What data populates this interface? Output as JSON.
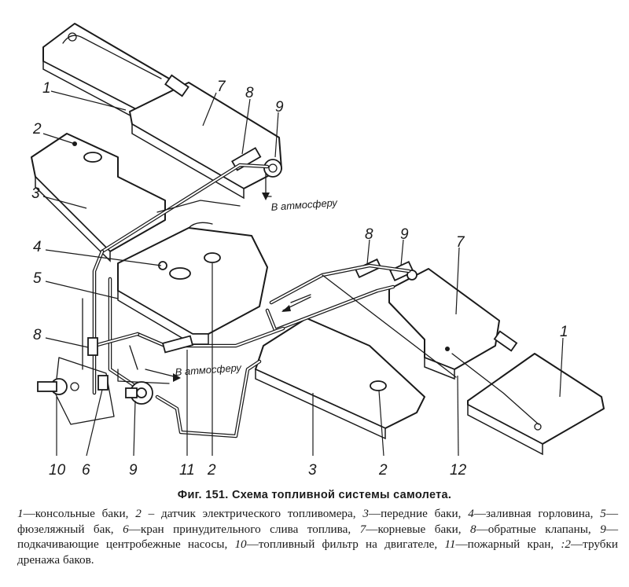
{
  "figure": {
    "title": "Фиг. 151. Схема топливной системы самолета.",
    "callouts": {
      "left_1": "1",
      "left_7": "7",
      "left_8_top": "8",
      "left_9_top": "9",
      "left_2": "2",
      "left_3": "3",
      "left_4": "4",
      "left_5": "5",
      "left_8": "8",
      "bottom_10": "10",
      "bottom_6": "6",
      "bottom_9": "9",
      "bottom_11": "11",
      "bottom_2": "2",
      "right_8": "8",
      "right_9": "9",
      "right_7": "7",
      "right_1": "1",
      "bottom_3": "3",
      "bottom_2b": "2",
      "bottom_12": "12"
    },
    "vent_notes": {
      "upper": "В атмосферу",
      "lower": "В атмосферу"
    }
  },
  "legend": [
    {
      "num": "1",
      "sep": "—",
      "text": "консольные баки,"
    },
    {
      "num": "2",
      "sep": " – ",
      "text": "датчик электрического топливомера,"
    },
    {
      "num": "3",
      "sep": "—",
      "text": "передние баки,"
    },
    {
      "num": "4",
      "sep": "—",
      "text": "заливная горловина,"
    },
    {
      "num": "5",
      "sep": "—",
      "text": "фюзеляжный бак,"
    },
    {
      "num": "6",
      "sep": "—",
      "text": "кран принудительного слива топлива,"
    },
    {
      "num": "7",
      "sep": "—",
      "text": "корневые баки,"
    },
    {
      "num": "8",
      "sep": "—",
      "text": "обратные клапаны,"
    },
    {
      "num": "9",
      "sep": "—",
      "text": "подкачивающие центробежные насосы,"
    },
    {
      "num": "10",
      "sep": "—",
      "text": "топливный фильтр на двигателе,"
    },
    {
      "num": "11",
      "sep": "—",
      "text": "пожарный кран,"
    },
    {
      "num": ":2",
      "sep": "—",
      "text": "трубки дренажа баков."
    }
  ]
}
